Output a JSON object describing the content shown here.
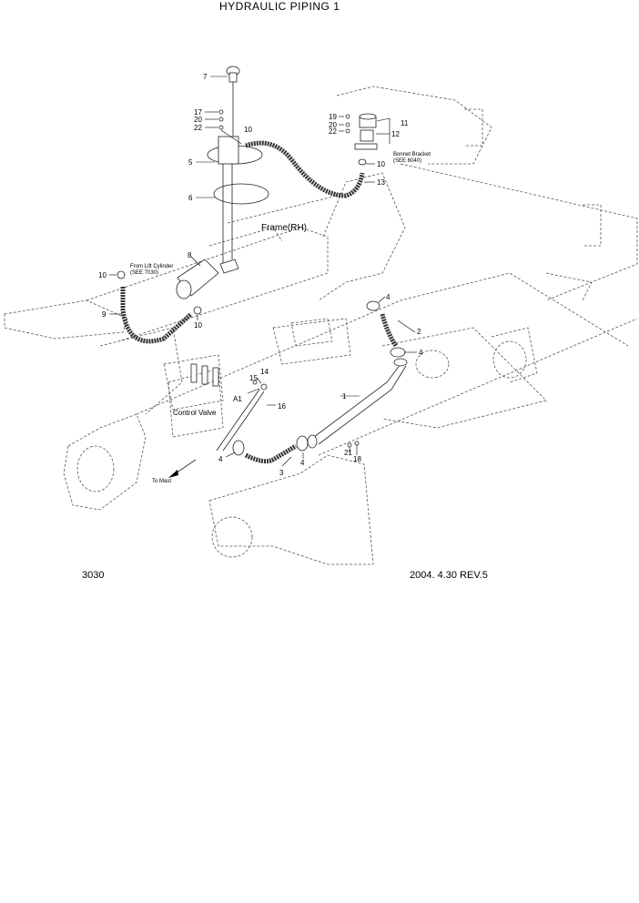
{
  "title": "HYDRAULIC PIPING 1",
  "page_number": "3030",
  "revision": "2004. 4.30 REV.5",
  "callouts": {
    "c1": "1",
    "c2": "2",
    "c3": "3",
    "c4a": "4",
    "c4b": "4",
    "c4c": "4",
    "c4d": "4",
    "c5": "5",
    "c6": "6",
    "c7": "7",
    "c8": "8",
    "c9": "9",
    "c10a": "10",
    "c10b": "10",
    "c10c": "10",
    "c10d": "10",
    "c11": "11",
    "c12": "12",
    "c13": "13",
    "c14": "14",
    "c15": "15",
    "c16": "16",
    "c17": "17",
    "c18": "18",
    "c19": "19",
    "c20a": "20",
    "c20b": "20",
    "c21": "21",
    "c22a": "22",
    "c22b": "22"
  },
  "labels": {
    "frame_rh": "Frame(RH)",
    "control_valve": "Control Valve",
    "a1": "A1",
    "to_mast": "To Mast",
    "from_lift_cylinder": "From Lift Cylinder",
    "see_7030": "(SEE 7030)",
    "bonnet_bracket": "Bonnet Bracket",
    "see_6040": "(SEE 6040)"
  }
}
